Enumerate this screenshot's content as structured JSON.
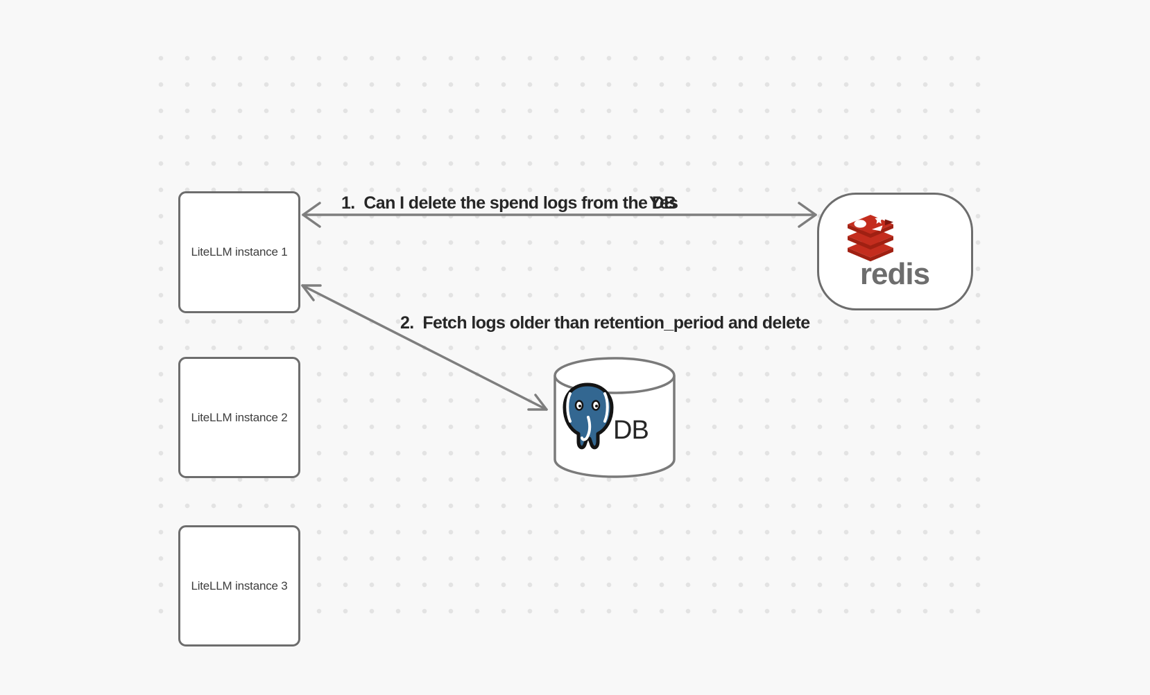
{
  "canvas": {
    "type": "dot-grid-canvas"
  },
  "nodes": {
    "instance1": {
      "label": "LiteLLM instance 1"
    },
    "instance2": {
      "label": "LiteLLM instance 2"
    },
    "instance3": {
      "label": "LiteLLM instance 3"
    },
    "redis": {
      "label": "redis",
      "icon": "redis-logo-icon"
    },
    "db": {
      "label": "DB",
      "icon": "postgresql-elephant-icon",
      "shape": "database-cylinder"
    }
  },
  "edges": {
    "e1": {
      "label": "1.  Can I delete the spend logs from the DB",
      "answer": "Yes",
      "from": "LiteLLM instance 1",
      "to": "redis",
      "direction": "bidirectional"
    },
    "e2": {
      "label": "2.  Fetch logs older than retention_period and delete",
      "from": "LiteLLM instance 1",
      "to": "DB",
      "direction": "bidirectional"
    }
  },
  "colors": {
    "background": "#f8f8f8",
    "dot": "#e3e3e3",
    "node_border": "#6d6d6d",
    "arrow": "#7e7e7e",
    "edge_label": "#262626",
    "node_label": "#3d3d3d",
    "shape_stroke": "#7a7a7a",
    "redis_red": "#c42d1e",
    "redis_dark_red": "#a02012",
    "redis_notch": "#7c150d",
    "redis_wordmark": "#6d6d6d",
    "postgres_blue": "#336791",
    "db_text": "#262626"
  }
}
